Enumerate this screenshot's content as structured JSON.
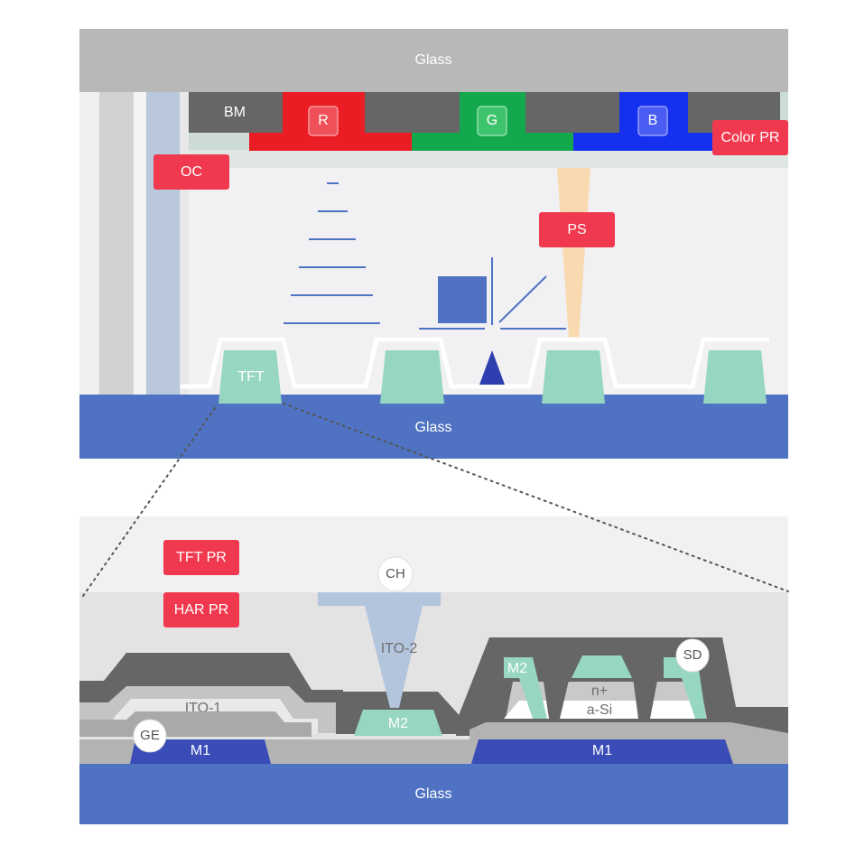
{
  "top_panel": {
    "glass_top": "Glass",
    "glass_bottom": "Glass",
    "bm": "BM",
    "color_r": "R",
    "color_g": "G",
    "color_b": "B",
    "color_pr": "Color PR",
    "oc": "OC",
    "ps": "PS",
    "tft": "TFT"
  },
  "bottom_panel": {
    "tft_pr": "TFT PR",
    "har_pr": "HAR PR",
    "ch": "CH",
    "ito2": "ITO-2",
    "ito1": "ITO-1",
    "ge": "GE",
    "m1_left": "M1",
    "m1_right": "M1",
    "m2_center": "M2",
    "m2_right": "M2",
    "sd": "SD",
    "n_plus": "n+",
    "a_si": "a-Si",
    "glass": "Glass"
  },
  "colors": {
    "glass_gray": "#b8b8b8",
    "glass_blue": "#4f73c2",
    "tft_mint": "#97d6c3",
    "tag_red": "#f0394f",
    "red": "#ea1c24",
    "green": "#14a84c",
    "blue": "#1530ee",
    "bm_dark": "#666666",
    "ito_blue": "#b3c5dd",
    "m1_blue": "#3a4cb8"
  }
}
